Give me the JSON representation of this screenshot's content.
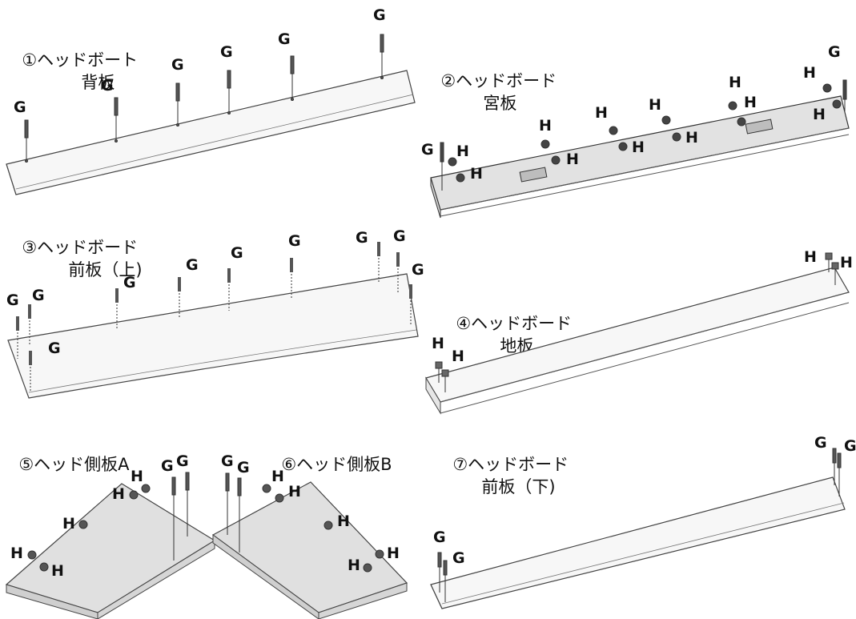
{
  "panels": {
    "p1": {
      "title_line1": "①ヘッドボート",
      "title_line2": "背板"
    },
    "p2": {
      "title_line1": "②ヘッドボード",
      "title_line2": "宮板"
    },
    "p3": {
      "title_line1": "③ヘッドボード",
      "title_line2": "前板（上)"
    },
    "p4": {
      "title_line1": "④ヘッドボード",
      "title_line2": "地板"
    },
    "p5": {
      "title_line1": "⑤ヘッド側板A"
    },
    "p6": {
      "title_line1": "⑥ヘッド側板B"
    },
    "p7": {
      "title_line1": "⑦ヘッドボード",
      "title_line2": "前板（下)"
    }
  },
  "part_labels": {
    "g": "G",
    "h": "H"
  }
}
